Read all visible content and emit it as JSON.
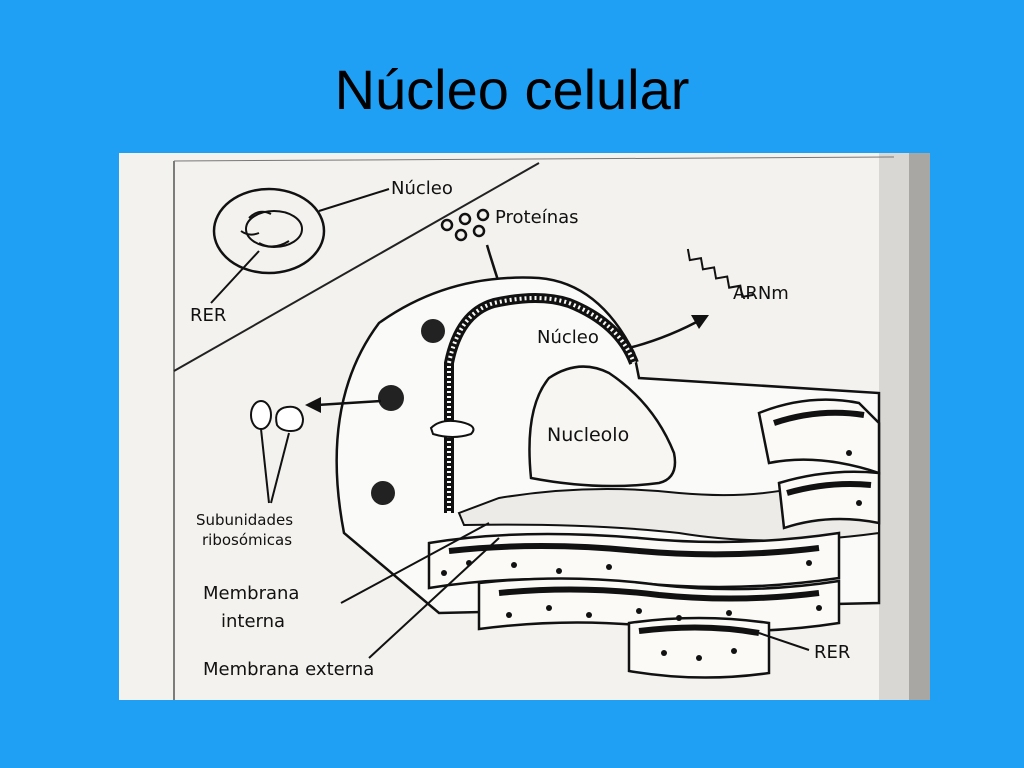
{
  "slide": {
    "title": "Núcleo celular"
  },
  "diagram": {
    "labels": {
      "nucleus_top": "Núcleo",
      "proteins": "Proteínas",
      "rer_left": "RER",
      "mrna": "ARNm",
      "nucleus_center": "Núcleo",
      "nucleolus": "Nucleolo",
      "ribosomal_line1": "Subunidades",
      "ribosomal_line2": "ribosómicas",
      "inner_membrane_line1": "Membrana",
      "inner_membrane_line2": "interna",
      "outer_membrane": "Membrana externa",
      "rer_right": "RER"
    }
  }
}
